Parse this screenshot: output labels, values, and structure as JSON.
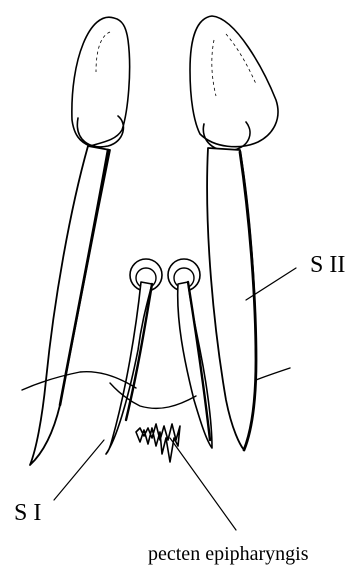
{
  "labels": {
    "s2": "S  II",
    "s1": "S  I",
    "pecten": "pecten epipharyngis"
  },
  "colors": {
    "ink": "#000000",
    "background": "#ffffff"
  }
}
